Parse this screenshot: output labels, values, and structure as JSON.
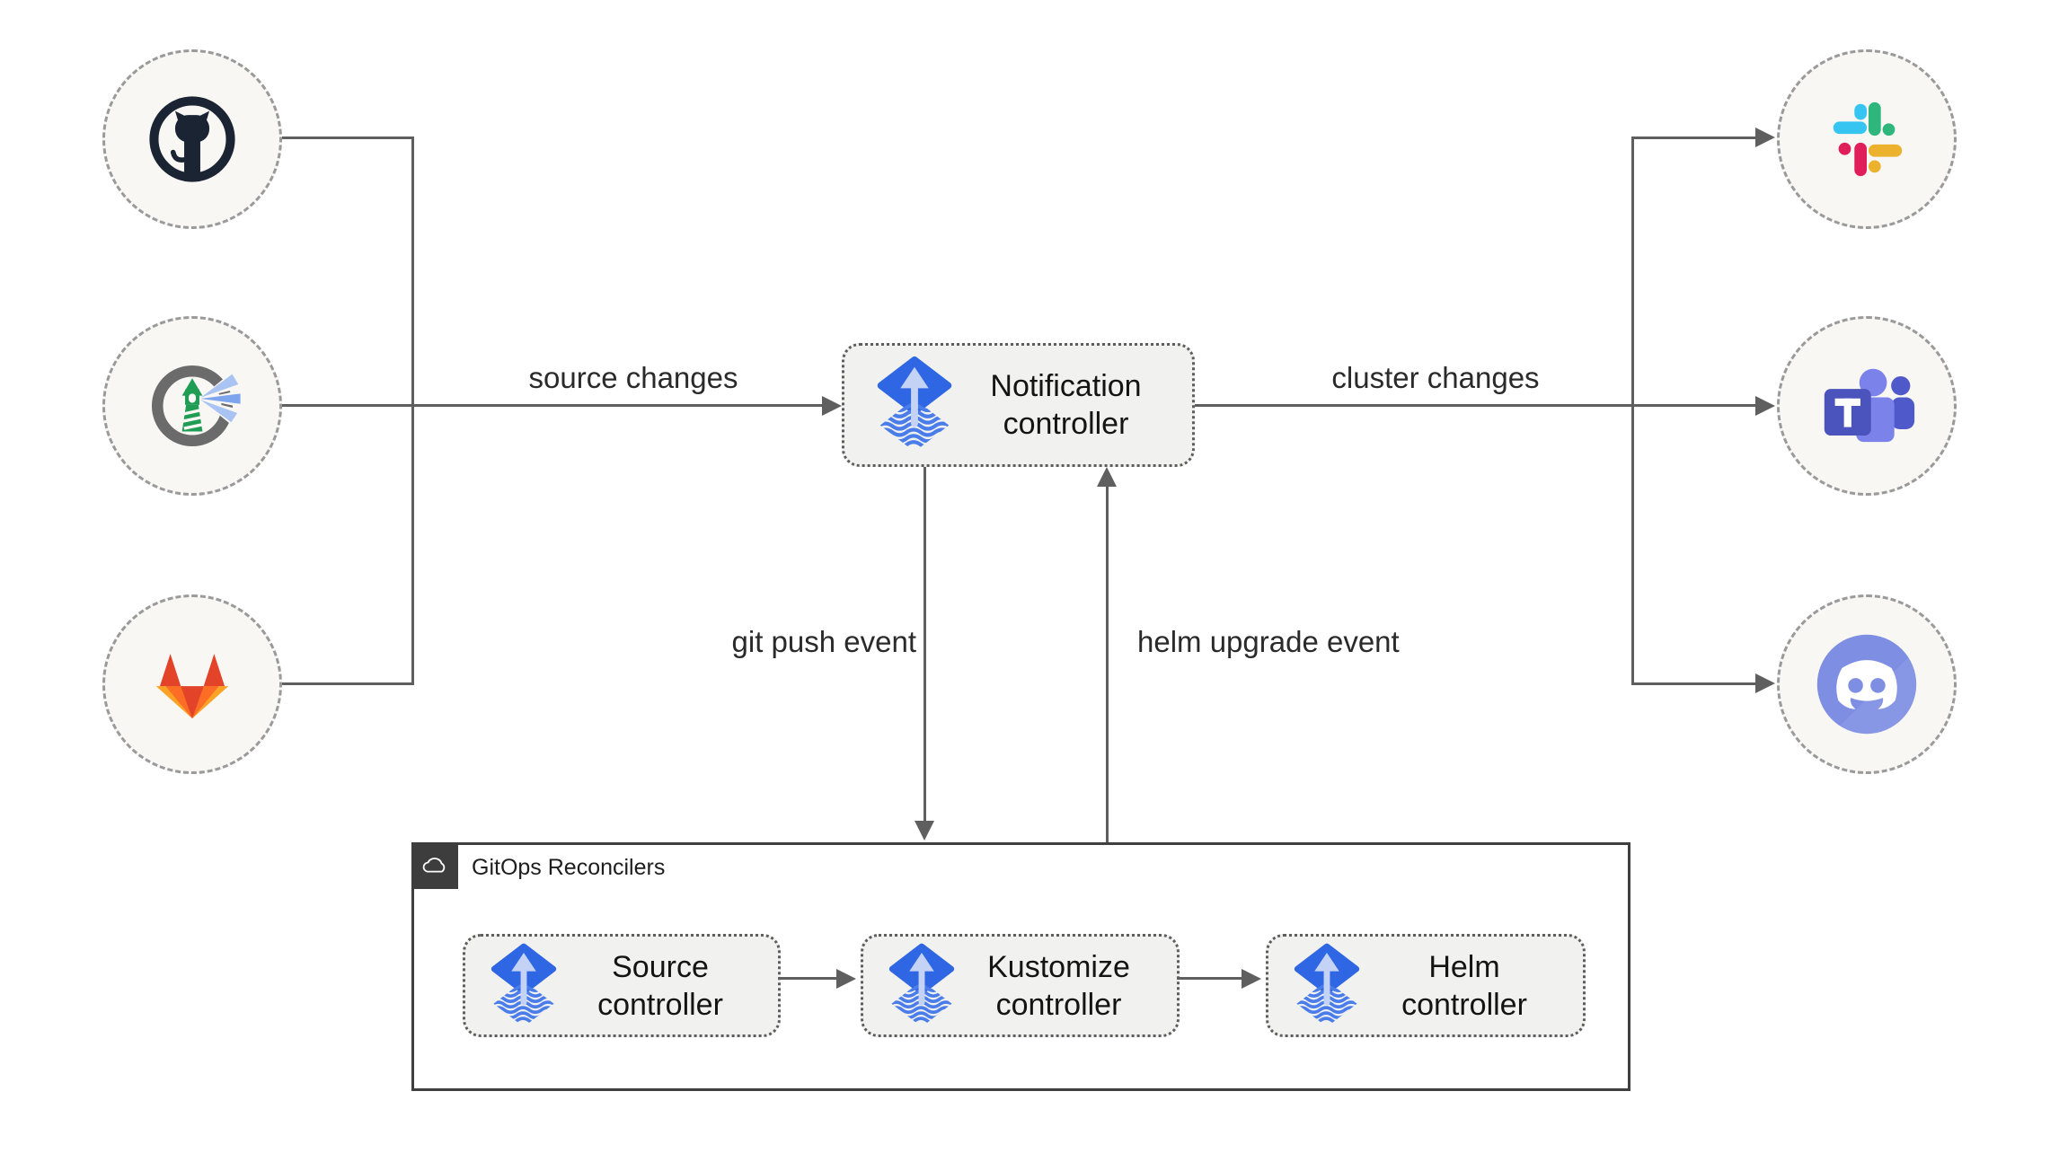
{
  "sources": [
    {
      "icon": "github-icon"
    },
    {
      "icon": "harbor-icon"
    },
    {
      "icon": "gitlab-icon"
    }
  ],
  "providers": [
    {
      "icon": "slack-icon"
    },
    {
      "icon": "teams-icon"
    },
    {
      "icon": "discord-icon"
    }
  ],
  "nodes": {
    "notification": {
      "label": "Notification controller",
      "icon": "flux-icon"
    },
    "source": {
      "label": "Source controller",
      "icon": "flux-icon"
    },
    "kustomize": {
      "label": "Kustomize controller",
      "icon": "flux-icon"
    },
    "helm": {
      "label": "Helm controller",
      "icon": "flux-icon"
    }
  },
  "edges": {
    "source_changes": "source changes",
    "cluster_changes": "cluster changes",
    "git_push_event": "git push event",
    "helm_upgrade_event": "helm upgrade event"
  },
  "group": {
    "title": "GitOps Reconcilers",
    "icon": "cloud-icon"
  },
  "colors": {
    "flux_blue": "#2f66e3",
    "flux_wave_blue": "#4a7de9",
    "flux_arrow_light": "#c3d2f5",
    "line_gray": "#5f5f5f",
    "box_fill": "#f1f1f0",
    "circle_fill": "#f8f7f4",
    "github_dark": "#1a2433",
    "harbor_green": "#1f9d55",
    "gitlab_red": "#e24329",
    "gitlab_orange": "#fc6d26",
    "gitlab_yellow": "#fca326",
    "slack_blue": "#36c5f0",
    "slack_green": "#2eb67d",
    "slack_red": "#e01e5a",
    "slack_yellow": "#ecb22e",
    "teams_purple": "#4b53bc",
    "discord_blurple": "#7e8fe3",
    "group_badge": "#3d3d3d"
  }
}
